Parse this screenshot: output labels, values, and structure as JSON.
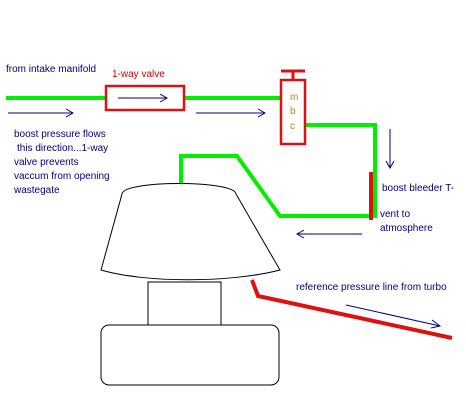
{
  "labels": {
    "source": "from intake manifold",
    "valve": "1-way valve",
    "mbc_letters": [
      "m",
      "b",
      "c"
    ],
    "flow_note": [
      "boost pressure flows",
      "this direction...1-way",
      "valve prevents",
      "vaccum from opening",
      "wastegate"
    ],
    "bleeder": "boost bleeder T-",
    "vent": [
      "vent to",
      "atmosphere"
    ],
    "reference": "reference pressure line from turbo"
  },
  "colors": {
    "line_green": "#00ee00",
    "line_red": "#dd1111",
    "text_navy": "#000080",
    "text_red": "#cc0000",
    "outline": "#000000"
  }
}
